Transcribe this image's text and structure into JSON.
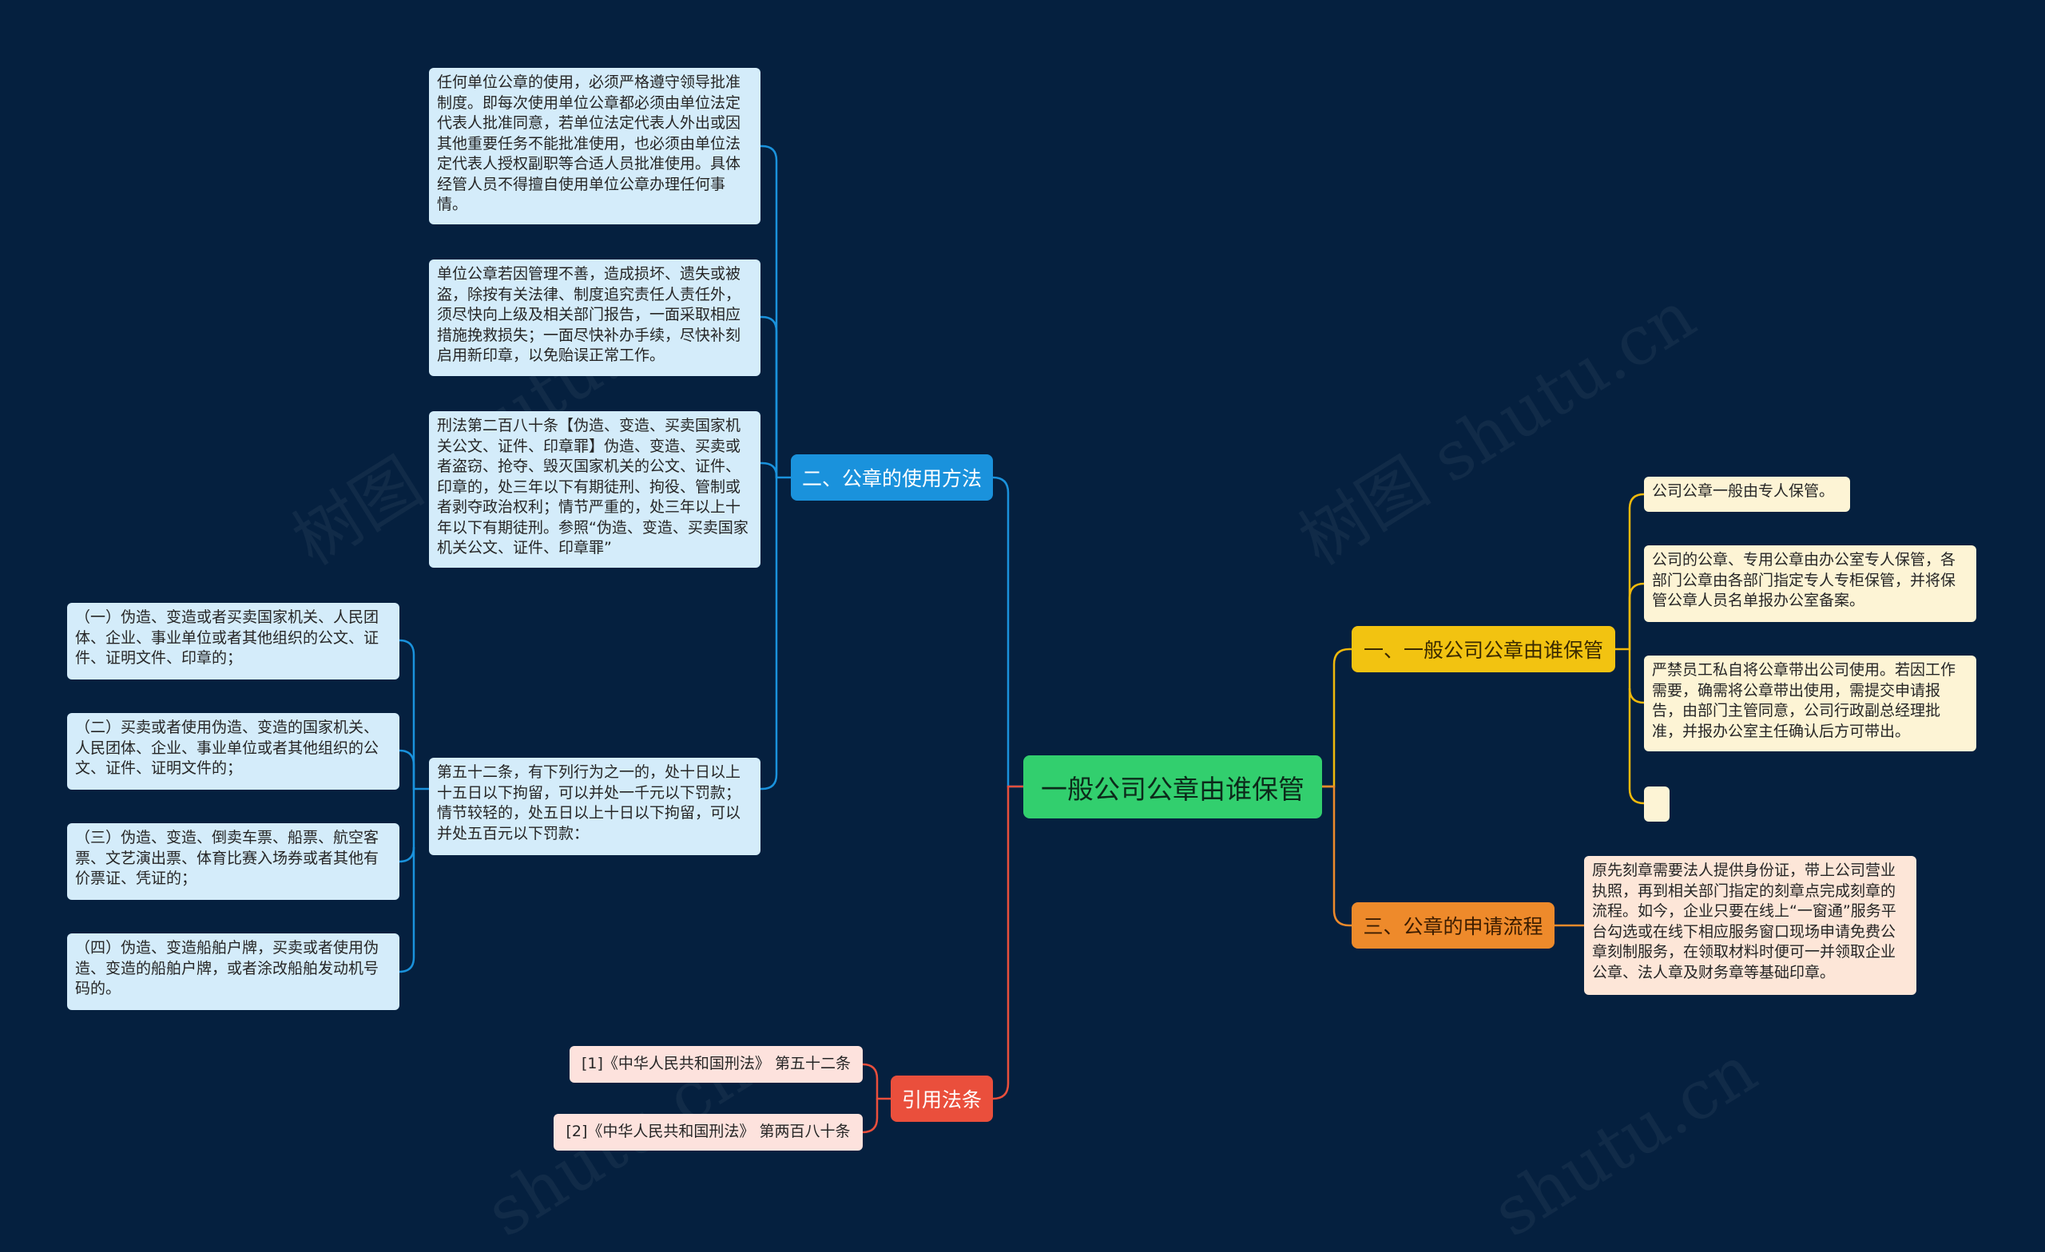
{
  "watermark": {
    "text_a": "树图 shutu.cn",
    "text_b": "shutu.cn"
  },
  "root": {
    "label": "一般公司公章由谁保管"
  },
  "branches": {
    "custody": {
      "label": "一、一般公司公章由谁保管",
      "leaves": [
        "公司公章一般由专人保管。",
        "公司的公章、专用公章由办公室专人保管，各部门公章由各部门指定专人专柜保管，并将保管公章人员名单报办公室备案。",
        "严禁员工私自将公章带出公司使用。若因工作需要，确需将公章带出使用，需提交申请报告，由部门主管同意，公司行政副总经理批准，并报办公室主任确认后方可带出。",
        ""
      ]
    },
    "process": {
      "label": "三、公章的申请流程",
      "leaves": [
        "原先刻章需要法人提供身份证，带上公司营业执照，再到相关部门指定的刻章点完成刻章的流程。如今，企业只要在线上“一窗通”服务平台勾选或在线下相应服务窗口现场申请免费公章刻制服务，在领取材料时便可一并领取企业公章、法人章及财务章等基础印章。"
      ]
    },
    "usage": {
      "label": "二、公章的使用方法",
      "leaves": [
        "任何单位公章的使用，必须严格遵守领导批准制度。即每次使用单位公章都必须由单位法定代表人批准同意，若单位法定代表人外出或因其他重要任务不能批准使用，也必须由单位法定代表人授权副职等合适人员批准使用。具体经管人员不得擅自使用单位公章办理任何事情。",
        "单位公章若因管理不善，造成损坏、遗失或被盗，除按有关法律、制度追究责任人责任外，须尽快向上级及相关部门报告，一面采取相应措施挽救损失；一面尽快补办手续，尽快补刻启用新印章，以免贻误正常工作。",
        "刑法第二百八十条【伪造、变造、买卖国家机关公文、证件、印章罪】伪造、变造、买卖或者盗窃、抢夺、毁灭国家机关的公文、证件、印章的，处三年以下有期徒刑、拘役、管制或者剥夺政治权利；情节严重的，处三年以上十年以下有期徒刑。参照“伪造、变造、买卖国家机关公文、证件、印章罪”",
        "第五十二条，有下列行为之一的，处十日以上十五日以下拘留，可以并处一千元以下罚款；情节较轻的，处五日以上十日以下拘留，可以并处五百元以下罚款："
      ],
      "sub_leaves": [
        "（一）伪造、变造或者买卖国家机关、人民团体、企业、事业单位或者其他组织的公文、证件、证明文件、印章的；",
        "（二）买卖或者使用伪造、变造的国家机关、人民团体、企业、事业单位或者其他组织的公文、证件、证明文件的；",
        "（三）伪造、变造、倒卖车票、船票、航空客票、文艺演出票、体育比赛入场券或者其他有价票证、凭证的；",
        "（四）伪造、变造船舶户牌，买卖或者使用伪造、变造的船舶户牌，或者涂改船舶发动机号码的。"
      ]
    },
    "refs": {
      "label": "引用法条",
      "leaves": [
        "[1]《中华人民共和国刑法》 第五十二条",
        "[2]《中华人民共和国刑法》 第两百八十条"
      ]
    }
  },
  "colors": {
    "background": "#05203f",
    "root": "#32cf6e",
    "custody": "#f2c311",
    "process": "#ee8a2b",
    "usage": "#1a92dc",
    "refs": "#ea4f3c"
  }
}
